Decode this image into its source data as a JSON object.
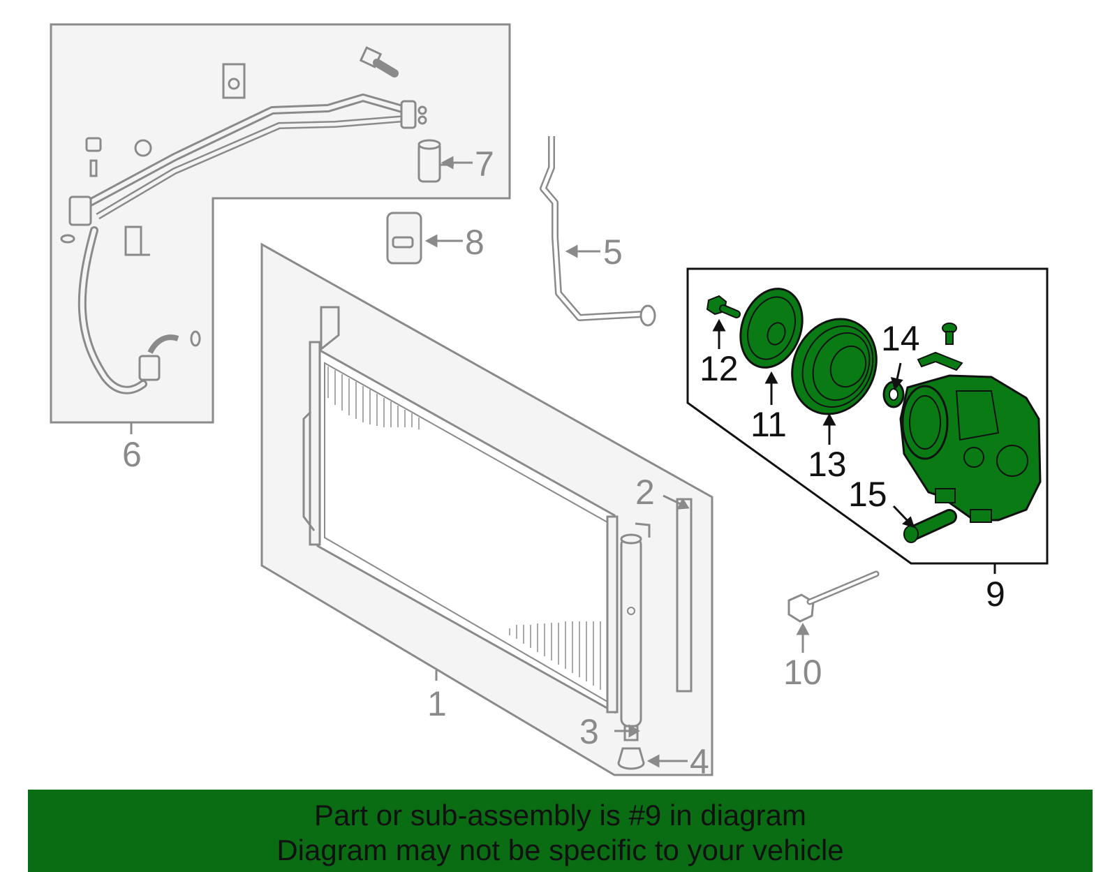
{
  "callouts": {
    "c1": "1",
    "c2": "2",
    "c3": "3",
    "c4": "4",
    "c5": "5",
    "c6": "6",
    "c7": "7",
    "c8": "8",
    "c9": "9",
    "c10": "10",
    "c11": "11",
    "c12": "12",
    "c13": "13",
    "c14": "14",
    "c15": "15"
  },
  "banner": {
    "line1": "Part or sub-assembly is #9 in diagram",
    "line2": "Diagram may not be specific to your vehicle"
  },
  "colors": {
    "highlight_part": "#0a7a14",
    "banner_background": "#0a6d14",
    "other_parts": "#8a8a8a",
    "panel_fill": "#f4f4f4"
  }
}
